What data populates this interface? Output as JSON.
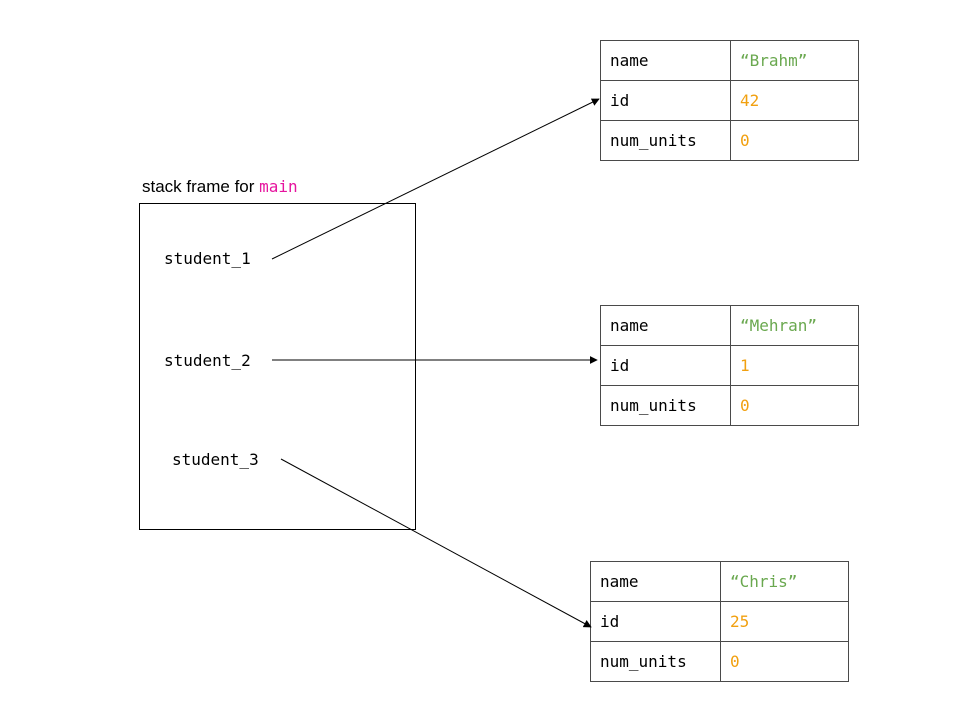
{
  "frame": {
    "label_prefix": "stack frame for ",
    "label_function": "main"
  },
  "variables": [
    "student_1",
    "student_2",
    "student_3"
  ],
  "structs": [
    {
      "rows": [
        {
          "field": "name",
          "value": "“Brahm”",
          "kind": "string"
        },
        {
          "field": "id",
          "value": "42",
          "kind": "number"
        },
        {
          "field": "num_units",
          "value": "0",
          "kind": "number"
        }
      ]
    },
    {
      "rows": [
        {
          "field": "name",
          "value": "“Mehran”",
          "kind": "string"
        },
        {
          "field": "id",
          "value": "1",
          "kind": "number"
        },
        {
          "field": "num_units",
          "value": "0",
          "kind": "number"
        }
      ]
    },
    {
      "rows": [
        {
          "field": "name",
          "value": "“Chris”",
          "kind": "string"
        },
        {
          "field": "id",
          "value": "25",
          "kind": "number"
        },
        {
          "field": "num_units",
          "value": "0",
          "kind": "number"
        }
      ]
    }
  ],
  "colors": {
    "function_name": "#e6149e",
    "string_value": "#6aa84f",
    "number_value": "#f1a010"
  }
}
